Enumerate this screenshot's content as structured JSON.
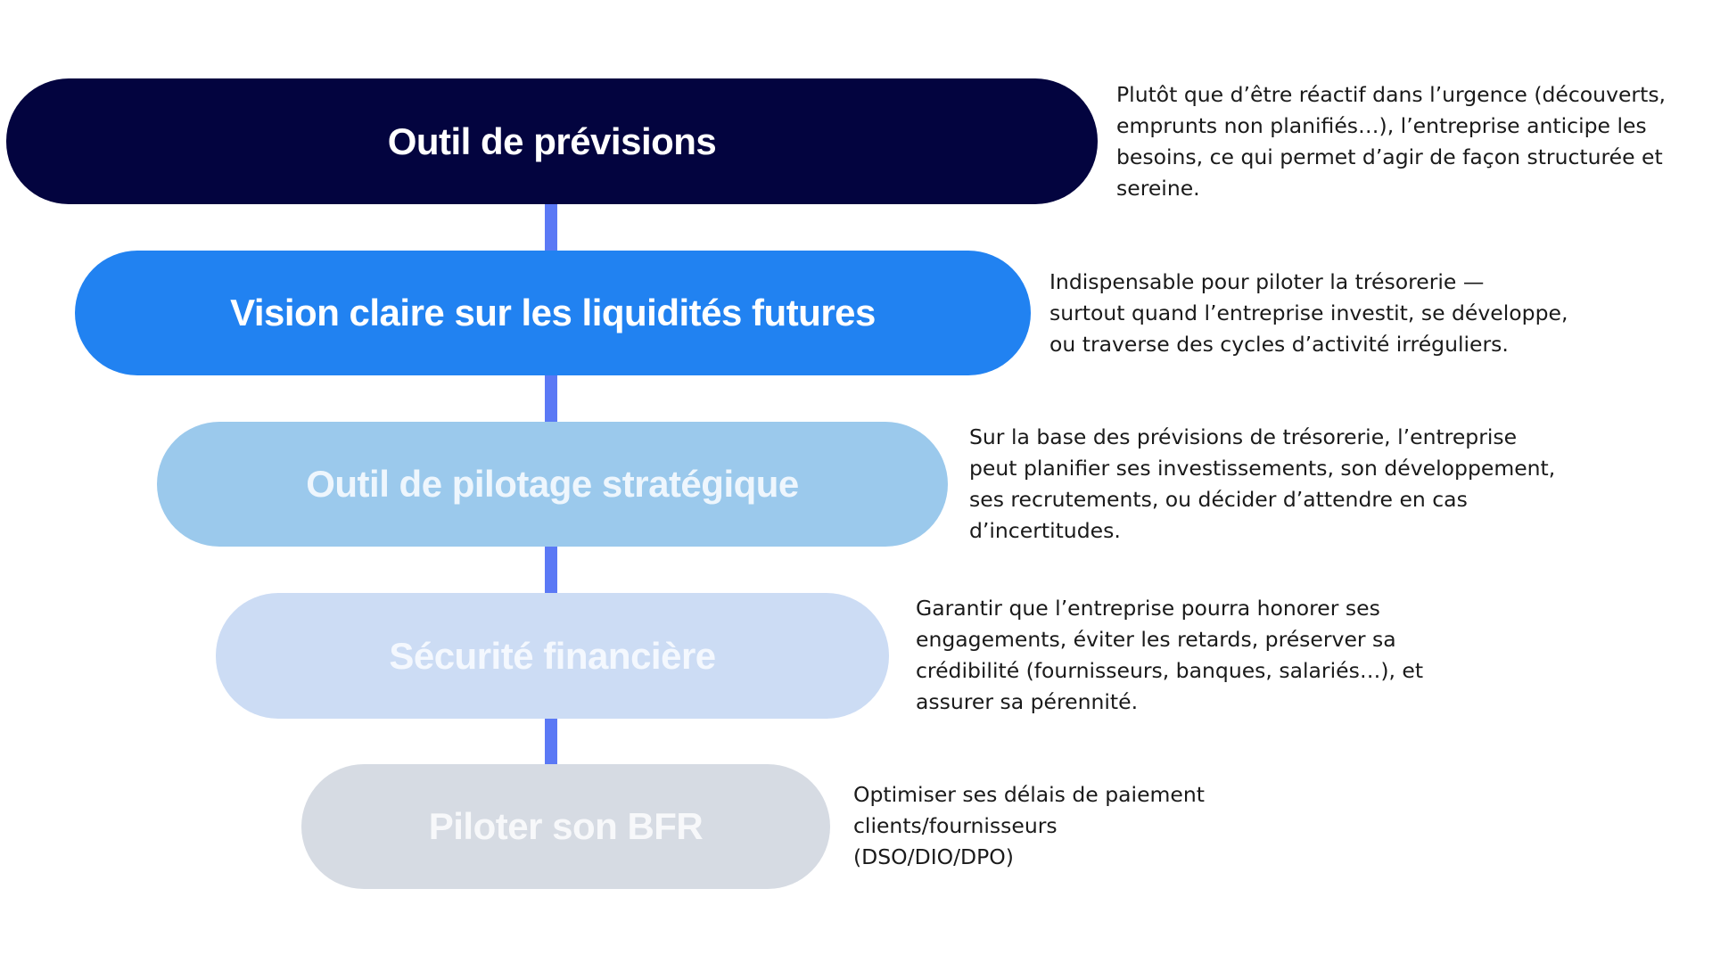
{
  "colors": {
    "connector": "#5b79f5",
    "text_dark": "#1a1a1a"
  },
  "levels": [
    {
      "title": "Outil de prévisions",
      "fill": "#03043f",
      "text_color": "#ffffff",
      "description": [
        "Plutôt que d’être réactif dans l’urgence (découverts,",
        "emprunts non planifiés…), l’entreprise anticipe les",
        "besoins, ce qui permet d’agir de façon structurée et",
        "sereine."
      ]
    },
    {
      "title": "Vision claire sur les liquidités futures",
      "fill": "#2182f1",
      "text_color": "#ffffff",
      "description": [
        "Indispensable pour piloter la trésorerie —",
        "surtout quand l’entreprise investit, se développe,",
        "ou traverse des cycles d’activité irréguliers."
      ]
    },
    {
      "title": "Outil de pilotage stratégique",
      "fill": "#9bc9ec",
      "text_color": "#eef6fd",
      "description": [
        "Sur la base des prévisions de trésorerie, l’entreprise",
        "peut planifier ses investissements, son développement,",
        "ses recrutements, ou décider d’attendre en cas",
        "d’incertitudes."
      ]
    },
    {
      "title": "Sécurité financière",
      "fill": "#ccdcf4",
      "text_color": "#f4f8fe",
      "description": [
        "Garantir que l’entreprise pourra honorer ses",
        "engagements, éviter les retards, préserver sa",
        "crédibilité (fournisseurs, banques, salariés…), et",
        "assurer sa pérennité."
      ]
    },
    {
      "title": "Piloter son BFR",
      "fill": "#d6dbe3",
      "text_color": "#f7f8fa",
      "description": [
        "Optimiser ses délais de paiement",
        "clients/fournisseurs",
        "(DSO/DIO/DPO)"
      ]
    }
  ]
}
